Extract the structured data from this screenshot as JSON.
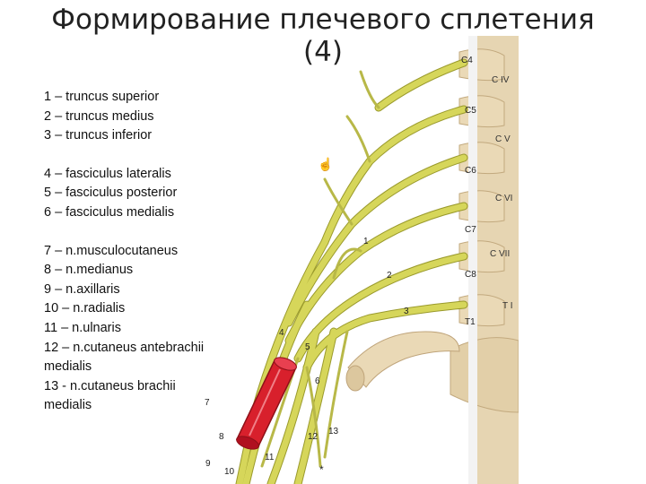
{
  "slide": {
    "title_line1": "Формирование плечевого сплетения",
    "title_line2": "(4)"
  },
  "legend": {
    "trunci": [
      "1 – truncus superior",
      "2 – truncus medius",
      "3 – truncus inferior"
    ],
    "fasciculi": [
      "4 – fasciculus lateralis",
      "5 – fasciculus posterior",
      "6 – fasciculus medialis"
    ],
    "nervi": [
      "7 – n.musculocutaneus",
      "8 – n.medianus",
      "9 – n.axillaris",
      "10 – n.radialis",
      "11 – n.ulnaris",
      "12 – n.cutaneus antebrachii medialis",
      "13 -  n.cutaneus brachii medialis"
    ]
  },
  "illustration": {
    "nerve_roots": [
      "C4",
      "C5",
      "C6",
      "C7",
      "C8",
      "T1"
    ],
    "vertebrae": [
      "C IV",
      "C V",
      "C VI",
      "C VII",
      "T I"
    ],
    "numbers": [
      "1",
      "2",
      "3",
      "4",
      "5",
      "6",
      "7",
      "8",
      "9",
      "10",
      "11",
      "12",
      "13"
    ],
    "colors": {
      "nerve": "#d6d65a",
      "nerve_outline": "#9a9a2c",
      "artery": "#d8202c",
      "bone": "#e9d9b8",
      "bone_shadow": "#c9b28a"
    }
  }
}
